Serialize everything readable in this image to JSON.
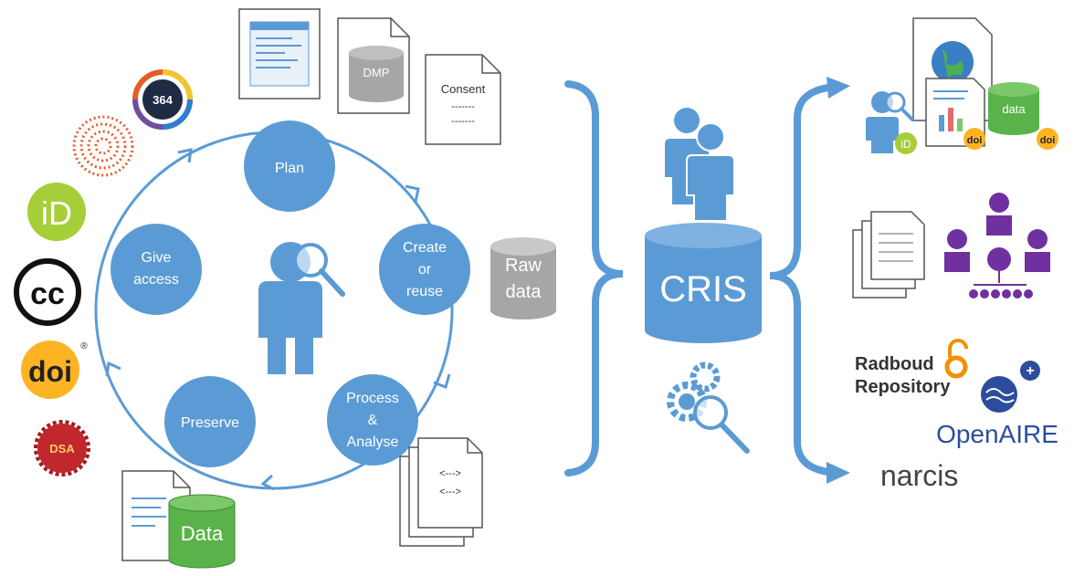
{
  "lifecycle": {
    "stages": [
      {
        "id": "plan",
        "lines": [
          "Plan"
        ]
      },
      {
        "id": "create",
        "lines": [
          "Create",
          "or",
          "reuse"
        ]
      },
      {
        "id": "process",
        "lines": [
          "Process",
          "&",
          "Analyse"
        ]
      },
      {
        "id": "preserve",
        "lines": [
          "Preserve"
        ]
      },
      {
        "id": "give-access",
        "lines": [
          "Give",
          "access"
        ]
      }
    ]
  },
  "documents": {
    "dmp_label": "DMP",
    "consent_label": "Consent",
    "consent_dash_1": "-------",
    "consent_dash_2": "-------"
  },
  "raw_data": {
    "lines": [
      "Raw",
      "data"
    ]
  },
  "data_store": {
    "label": "Data"
  },
  "code_doc": {
    "line_1": "<--->",
    "line_2": "<--->"
  },
  "logos": {
    "altmetric": "364",
    "orcid": "iD",
    "cc": "cc",
    "doi": "doi",
    "doi_mark": "®",
    "dsa": "DSA"
  },
  "cris": {
    "label": "CRIS"
  },
  "outputs": {
    "data_label": "data",
    "orcid_small": "iD",
    "doi_small": "doi",
    "radboud_line_1": "Radboud",
    "radboud_line_2": "Repository",
    "openaire": "OpenAIRE",
    "narcis": "narcis"
  },
  "colors": {
    "accent_blue": "#5b9bd5",
    "raw_data_grey": "#a6a6a6",
    "data_green": "#5ab34a",
    "purple": "#7030a0",
    "orcid_green": "#a6ce39",
    "doi_yellow": "#fcb425",
    "dsa_red": "#c0282d",
    "openaire_blue": "#2c4d9e",
    "altmetric_ring": "#e65c27",
    "text_dark": "#333333"
  }
}
